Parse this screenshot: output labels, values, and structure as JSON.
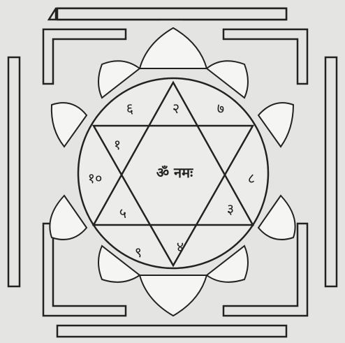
{
  "yantra": {
    "center_text": "ॐ नमः",
    "numbers": {
      "top_left": "६",
      "top": "२",
      "top_right": "७",
      "upper_left": "१",
      "left": "१०",
      "right": "८",
      "lower_left": "५",
      "lower_right": "३",
      "bottom_left": "९",
      "bottom": "४"
    }
  },
  "colors": {
    "paper": "#e4e4e2",
    "ink": "#222222",
    "petal_fill": "#f5f5f3"
  }
}
